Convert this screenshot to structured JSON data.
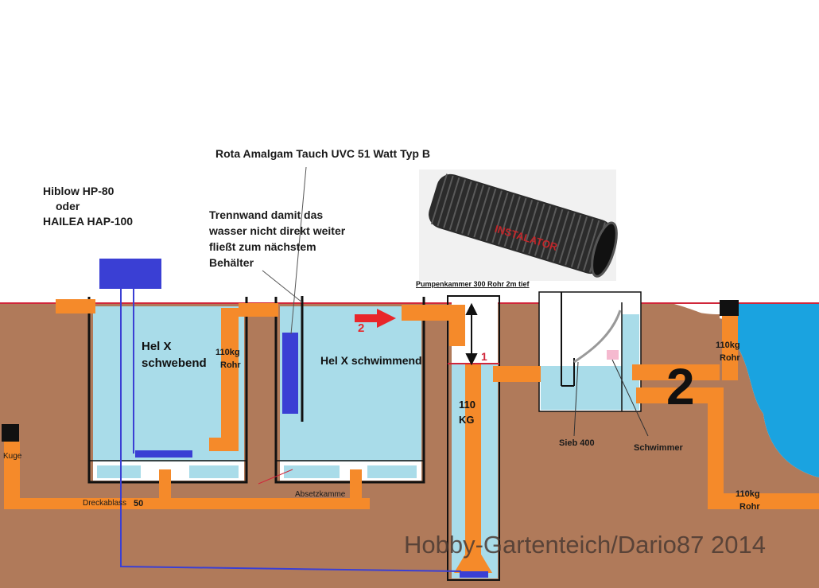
{
  "labels": {
    "uvc": "Rota Amalgam Tauch UVC 51 Watt Typ B",
    "pump_line1": "Hiblow HP-80",
    "pump_line2": "oder",
    "pump_line3": "HAILEA HAP-100",
    "wall_line1": "Trennwand damit das",
    "wall_line2": "wasser nicht direkt weiter",
    "wall_line3": "fließt zum nächstem",
    "wall_line4": "Behälter",
    "pump_chamber": "Pumpenkammer 300 Rohr 2m tief",
    "tank1_line1": "Hel X",
    "tank1_line2": "schwebend",
    "tank1_pipe_line1": "110kg",
    "tank1_pipe_line2": "Rohr",
    "tank2": "Hel X schwimmend",
    "arrow_num": "2",
    "marker_num": "1",
    "shaft_line1": "110",
    "shaft_line2": "KG",
    "sieve": "Sieb 400",
    "float": "Schwimmer",
    "big_num": "2",
    "right_pipe_line1": "110kg",
    "right_pipe_line2": "Rohr",
    "bottom_pipe_line1": "110kg",
    "bottom_pipe_line2": "Rohr",
    "ball": "Kuge",
    "drain": "Dreckablass",
    "drain_num": "50",
    "settle": "Absetzkamme",
    "pipe_stamp": "INSTALATOR",
    "watermark": "Hobby-Gartenteich/Dario87 2014"
  },
  "colors": {
    "soil": "#b07a5a",
    "pipe": "#f58a2a",
    "water": "#a9dce9",
    "pond": "#1aa3e0",
    "ground_line": "#d0263a",
    "pump": "#3a3fd4",
    "air_line": "#3a3fd4",
    "uvc_lamp": "#3a3fd4",
    "arrow": "#e8262a",
    "float": "#f5b9cf"
  },
  "icons": {
    "air_pump": "blue-box",
    "uvc_lamp": "blue-bar",
    "flow_arrow": "red-arrow",
    "corrugated_pipe": "corrugated-pipe-photo"
  }
}
